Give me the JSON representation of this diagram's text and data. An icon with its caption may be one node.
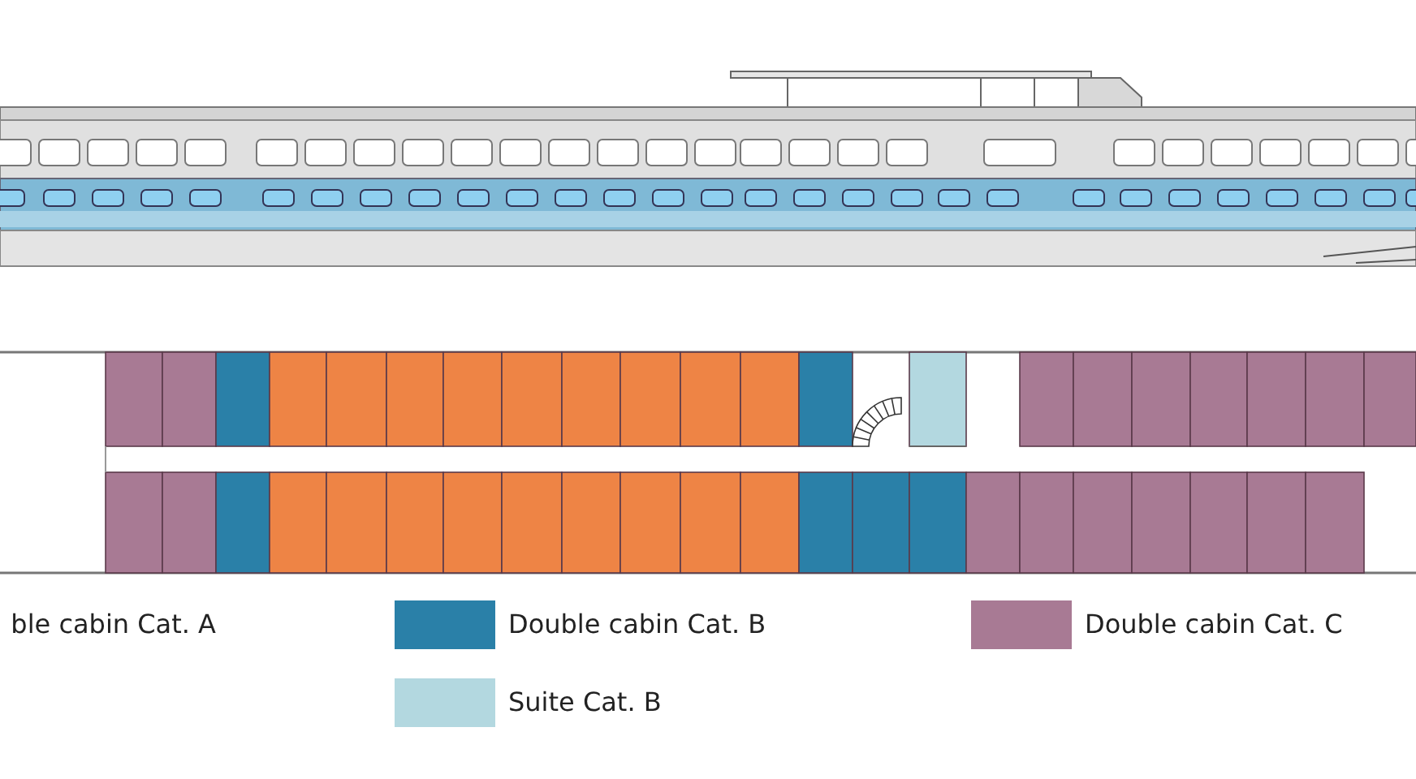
{
  "diagram": {
    "legend": [
      {
        "text": "ble cabin Cat. A"
      },
      {
        "text": "Double cabin Cat. B",
        "color": "#2a80a8"
      },
      {
        "text": "Double cabin Cat. C",
        "color": "#a87a94"
      },
      {
        "text": "Suite Cat. B",
        "color": "#b3d8e0"
      }
    ]
  }
}
